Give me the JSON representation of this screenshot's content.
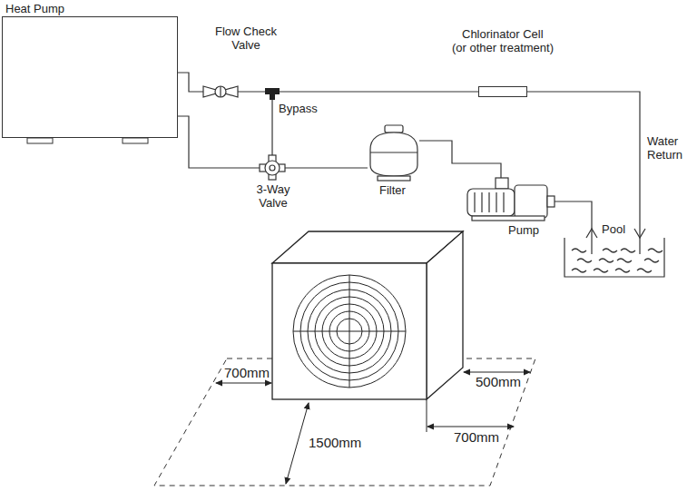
{
  "diagram": {
    "nodes": [
      {
        "text": [
          "Heat Pump"
        ]
      },
      {
        "text": [
          "Chlorinator Cell",
          "(or other treatment)"
        ]
      }
    ],
    "edges": [
      {
        "from": 0,
        "to": 1,
        "arrow": "none"
      }
    ],
    "labels": [
      "Flow Check Valve",
      "Bypass",
      "3-Way Valve",
      "Filter",
      "Pump",
      "Pool",
      "Water Return",
      "700mm",
      "1500mm",
      "500mm",
      "700mm"
    ]
  }
}
